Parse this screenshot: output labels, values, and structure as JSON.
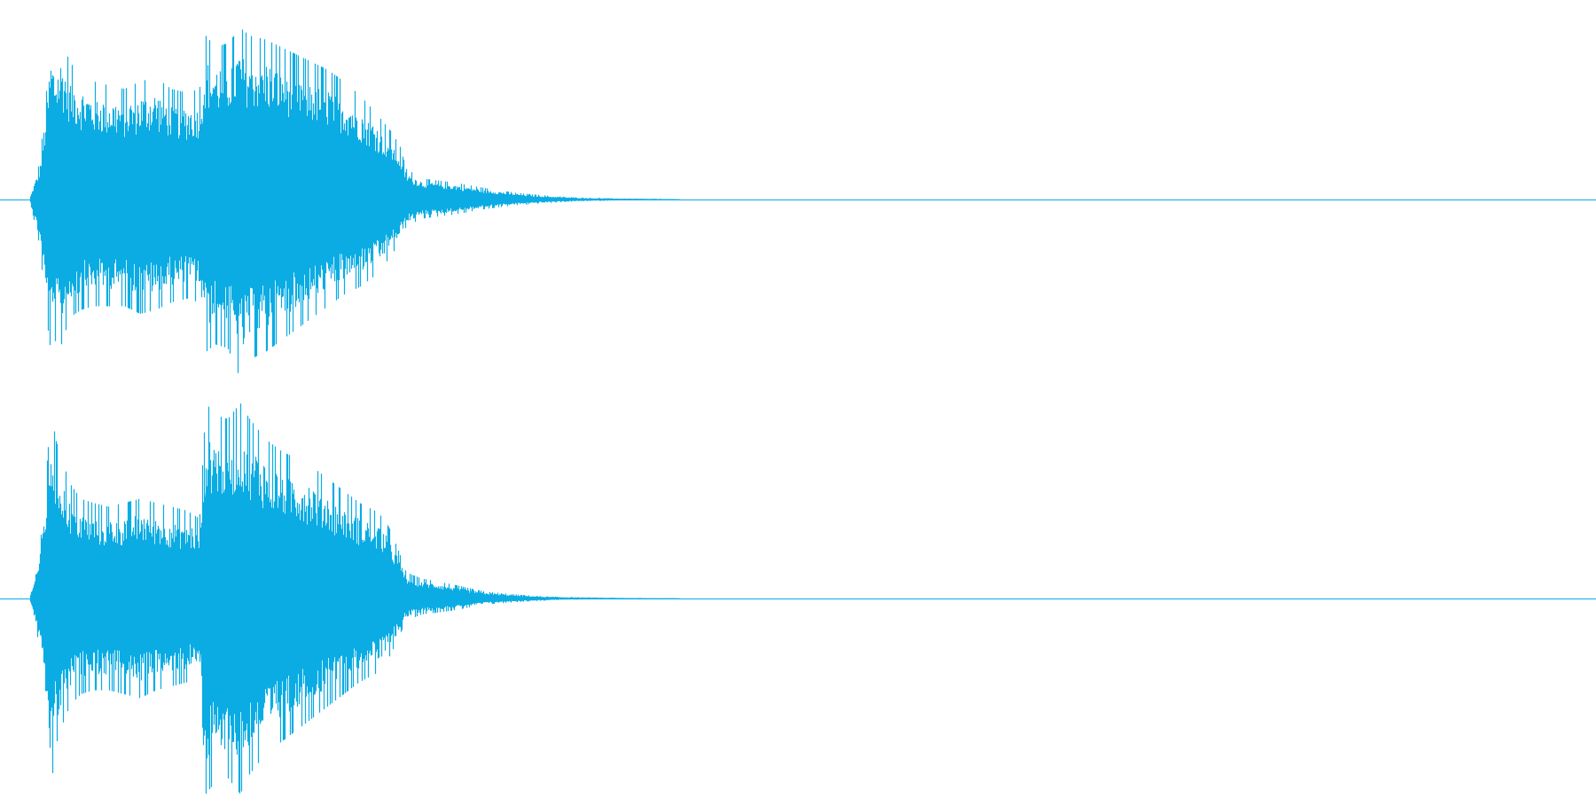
{
  "waveform": {
    "color": "#0aace3",
    "channels": [
      {
        "envelope_top": [
          [
            0.0,
            0.02
          ],
          [
            0.006,
            0.2
          ],
          [
            0.01,
            0.55
          ],
          [
            0.013,
            0.85
          ],
          [
            0.016,
            0.78
          ],
          [
            0.02,
            0.84
          ],
          [
            0.025,
            0.72
          ],
          [
            0.032,
            0.66
          ],
          [
            0.04,
            0.62
          ],
          [
            0.05,
            0.6
          ],
          [
            0.06,
            0.58
          ],
          [
            0.07,
            0.62
          ],
          [
            0.08,
            0.64
          ],
          [
            0.09,
            0.58
          ],
          [
            0.1,
            0.56
          ],
          [
            0.108,
            0.58
          ],
          [
            0.112,
            0.86
          ],
          [
            0.118,
            0.8
          ],
          [
            0.126,
            0.82
          ],
          [
            0.134,
            0.9
          ],
          [
            0.14,
            0.86
          ],
          [
            0.15,
            0.84
          ],
          [
            0.16,
            0.8
          ],
          [
            0.17,
            0.76
          ],
          [
            0.18,
            0.72
          ],
          [
            0.19,
            0.68
          ],
          [
            0.2,
            0.62
          ],
          [
            0.21,
            0.55
          ],
          [
            0.22,
            0.46
          ],
          [
            0.226,
            0.4
          ],
          [
            0.23,
            0.36
          ],
          [
            0.236,
            0.28
          ],
          [
            0.24,
            0.16
          ],
          [
            0.25,
            0.11
          ],
          [
            0.27,
            0.09
          ],
          [
            0.29,
            0.06
          ],
          [
            0.31,
            0.035
          ],
          [
            0.33,
            0.02
          ],
          [
            0.35,
            0.01
          ],
          [
            0.38,
            0.005
          ],
          [
            0.415,
            0.002
          ]
        ],
        "envelope_bottom": [
          [
            0.0,
            0.02
          ],
          [
            0.006,
            0.25
          ],
          [
            0.01,
            0.6
          ],
          [
            0.013,
            0.8
          ],
          [
            0.016,
            0.74
          ],
          [
            0.02,
            0.76
          ],
          [
            0.025,
            0.62
          ],
          [
            0.032,
            0.58
          ],
          [
            0.04,
            0.56
          ],
          [
            0.05,
            0.56
          ],
          [
            0.06,
            0.56
          ],
          [
            0.07,
            0.6
          ],
          [
            0.08,
            0.58
          ],
          [
            0.09,
            0.54
          ],
          [
            0.1,
            0.52
          ],
          [
            0.108,
            0.54
          ],
          [
            0.112,
            0.8
          ],
          [
            0.118,
            0.76
          ],
          [
            0.126,
            0.78
          ],
          [
            0.134,
            0.94
          ],
          [
            0.14,
            0.84
          ],
          [
            0.15,
            0.8
          ],
          [
            0.16,
            0.74
          ],
          [
            0.17,
            0.68
          ],
          [
            0.18,
            0.62
          ],
          [
            0.19,
            0.56
          ],
          [
            0.2,
            0.5
          ],
          [
            0.21,
            0.46
          ],
          [
            0.22,
            0.4
          ],
          [
            0.226,
            0.34
          ],
          [
            0.23,
            0.3
          ],
          [
            0.236,
            0.22
          ],
          [
            0.24,
            0.14
          ],
          [
            0.25,
            0.1
          ],
          [
            0.27,
            0.08
          ],
          [
            0.29,
            0.05
          ],
          [
            0.31,
            0.03
          ],
          [
            0.33,
            0.018
          ],
          [
            0.35,
            0.01
          ],
          [
            0.38,
            0.004
          ],
          [
            0.415,
            0.002
          ]
        ]
      },
      {
        "envelope_top": [
          [
            0.0,
            0.02
          ],
          [
            0.006,
            0.25
          ],
          [
            0.01,
            0.6
          ],
          [
            0.013,
            0.96
          ],
          [
            0.016,
            0.8
          ],
          [
            0.02,
            0.7
          ],
          [
            0.025,
            0.58
          ],
          [
            0.032,
            0.5
          ],
          [
            0.04,
            0.48
          ],
          [
            0.05,
            0.46
          ],
          [
            0.06,
            0.48
          ],
          [
            0.07,
            0.5
          ],
          [
            0.08,
            0.48
          ],
          [
            0.09,
            0.46
          ],
          [
            0.1,
            0.44
          ],
          [
            0.108,
            0.4
          ],
          [
            0.112,
            0.98
          ],
          [
            0.118,
            0.92
          ],
          [
            0.126,
            0.9
          ],
          [
            0.134,
            0.98
          ],
          [
            0.14,
            0.9
          ],
          [
            0.15,
            0.8
          ],
          [
            0.16,
            0.74
          ],
          [
            0.17,
            0.7
          ],
          [
            0.18,
            0.66
          ],
          [
            0.19,
            0.6
          ],
          [
            0.2,
            0.54
          ],
          [
            0.21,
            0.48
          ],
          [
            0.22,
            0.44
          ],
          [
            0.226,
            0.4
          ],
          [
            0.23,
            0.34
          ],
          [
            0.236,
            0.22
          ],
          [
            0.24,
            0.13
          ],
          [
            0.25,
            0.1
          ],
          [
            0.27,
            0.07
          ],
          [
            0.29,
            0.035
          ],
          [
            0.31,
            0.02
          ],
          [
            0.33,
            0.01
          ],
          [
            0.35,
            0.006
          ],
          [
            0.38,
            0.003
          ],
          [
            0.415,
            0.001
          ]
        ],
        "envelope_bottom": [
          [
            0.0,
            0.02
          ],
          [
            0.006,
            0.25
          ],
          [
            0.01,
            0.6
          ],
          [
            0.013,
            0.96
          ],
          [
            0.016,
            0.74
          ],
          [
            0.02,
            0.64
          ],
          [
            0.025,
            0.54
          ],
          [
            0.032,
            0.48
          ],
          [
            0.04,
            0.46
          ],
          [
            0.05,
            0.46
          ],
          [
            0.06,
            0.48
          ],
          [
            0.07,
            0.5
          ],
          [
            0.08,
            0.46
          ],
          [
            0.09,
            0.44
          ],
          [
            0.1,
            0.42
          ],
          [
            0.108,
            0.36
          ],
          [
            0.112,
            0.98
          ],
          [
            0.118,
            0.92
          ],
          [
            0.126,
            0.9
          ],
          [
            0.134,
            0.98
          ],
          [
            0.14,
            0.88
          ],
          [
            0.15,
            0.78
          ],
          [
            0.16,
            0.72
          ],
          [
            0.17,
            0.66
          ],
          [
            0.18,
            0.6
          ],
          [
            0.19,
            0.54
          ],
          [
            0.2,
            0.48
          ],
          [
            0.21,
            0.42
          ],
          [
            0.22,
            0.38
          ],
          [
            0.226,
            0.34
          ],
          [
            0.23,
            0.28
          ],
          [
            0.236,
            0.18
          ],
          [
            0.24,
            0.11
          ],
          [
            0.25,
            0.08
          ],
          [
            0.27,
            0.06
          ],
          [
            0.29,
            0.03
          ],
          [
            0.31,
            0.018
          ],
          [
            0.33,
            0.01
          ],
          [
            0.35,
            0.005
          ],
          [
            0.38,
            0.002
          ],
          [
            0.415,
            0.001
          ]
        ]
      }
    ]
  }
}
